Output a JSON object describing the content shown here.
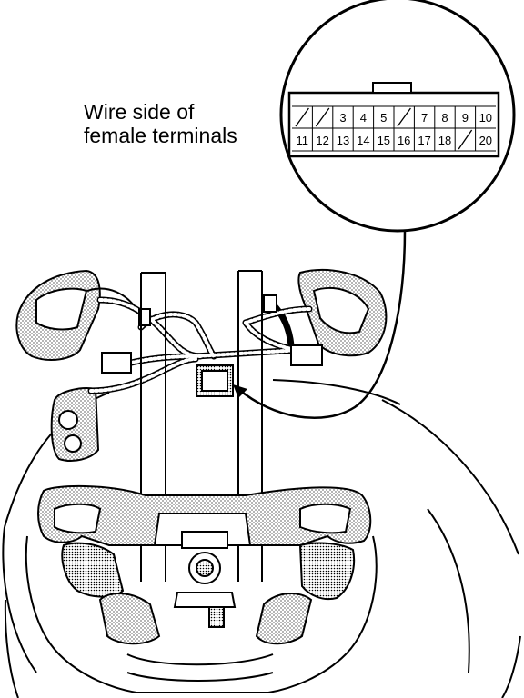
{
  "caption": {
    "line1": "Wire side of",
    "line2": "female terminals"
  },
  "connector": {
    "row1": [
      "",
      "",
      "3",
      "4",
      "5",
      "",
      "7",
      "8",
      "9",
      "10"
    ],
    "row2": [
      "11",
      "12",
      "13",
      "14",
      "15",
      "16",
      "17",
      "18",
      "",
      "20"
    ],
    "empty_pins": [
      "1",
      "2",
      "6",
      "19"
    ]
  },
  "colors": {
    "ink": "#000000",
    "paper": "#ffffff"
  }
}
